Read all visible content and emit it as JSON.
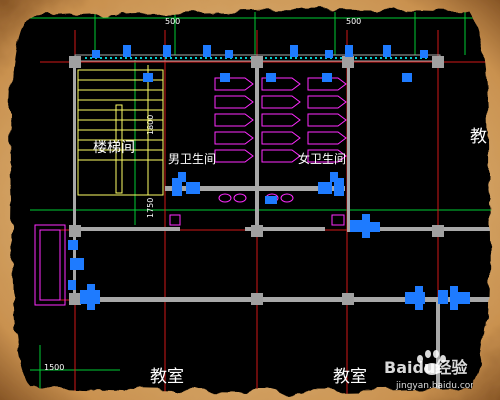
{
  "drawing": {
    "dimensions": {
      "top_left": "500",
      "top_right": "500",
      "bottom_left": "1500",
      "vertical_1": "1800",
      "vertical_2": "1750"
    },
    "rooms": {
      "stairwell": "楼梯间",
      "mens_restroom": "男卫生间",
      "womens_restroom": "女卫生间",
      "classroom_left": "教室",
      "classroom_right": "教室",
      "classroom_edge": "教"
    },
    "colors": {
      "background": "#000000",
      "frame": "#c89a5a",
      "axis_line": "#d01818",
      "wall": "#a8a8a8",
      "equipment": "#1e7bff",
      "fixtures": "#ff2bff",
      "stairs": "#ffff66",
      "dimension": "#00cc33"
    }
  },
  "watermark": {
    "brand": "Baidu经验",
    "url": "jingyan.baidu.com",
    "logo_icon": "baidu-paw-icon"
  }
}
